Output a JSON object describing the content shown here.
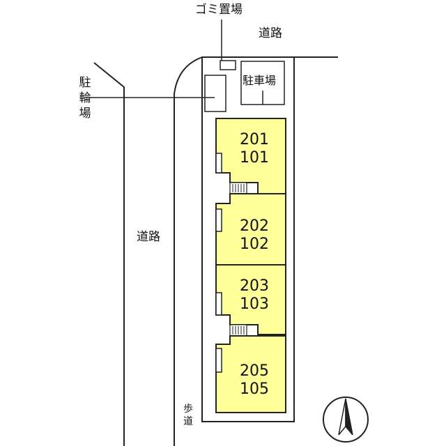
{
  "labels": {
    "garbage": "ゴミ置場",
    "road_top": "道路",
    "parking": "駐車場",
    "bicycle": "駐輪場",
    "road_left": "道路",
    "sidewalk": "歩道"
  },
  "units": [
    {
      "upper": "201",
      "lower": "101"
    },
    {
      "upper": "202",
      "lower": "102"
    },
    {
      "upper": "203",
      "lower": "103"
    },
    {
      "upper": "205",
      "lower": "105"
    }
  ],
  "colors": {
    "unit_fill": "#ffff99",
    "line": "#222222"
  },
  "compass": "north-arrow-icon"
}
